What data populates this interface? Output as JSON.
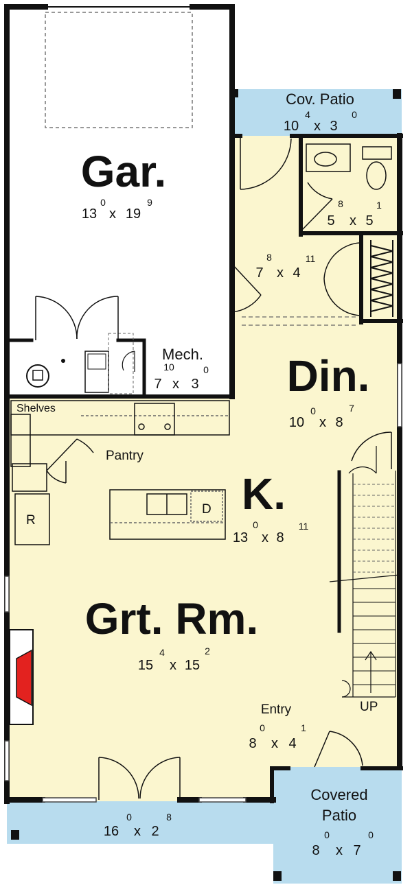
{
  "colors": {
    "floor": "#fbf6cf",
    "patio": "#b8dcee",
    "garage": "#ffffff",
    "wall": "#111111",
    "fireplace": "#e3221f"
  },
  "rooms": {
    "garage": {
      "name": "Gar.",
      "w_ft": "13",
      "w_in": "0",
      "h_ft": "19",
      "h_in": "9"
    },
    "cov_patio": {
      "name": "Cov. Patio",
      "w_ft": "10",
      "w_in": "4",
      "h_ft": "3",
      "h_in": "0"
    },
    "bath": {
      "w_ft": "5",
      "w_in": "8",
      "h_ft": "5",
      "h_in": "1"
    },
    "hall": {
      "w_ft": "7",
      "w_in": "8",
      "h_ft": "4",
      "h_in": "11"
    },
    "mech": {
      "name": "Mech.",
      "w_ft": "7",
      "w_in": "10",
      "h_ft": "3",
      "h_in": "0"
    },
    "dining": {
      "name": "Din.",
      "w_ft": "10",
      "w_in": "0",
      "h_ft": "8",
      "h_in": "7"
    },
    "kitchen": {
      "name": "K.",
      "w_ft": "13",
      "w_in": "0",
      "h_ft": "8",
      "h_in": "11"
    },
    "great_room": {
      "name": "Grt. Rm.",
      "w_ft": "15",
      "w_in": "4",
      "h_ft": "15",
      "h_in": "2"
    },
    "entry": {
      "name": "Entry",
      "w_ft": "8",
      "w_in": "0",
      "h_ft": "4",
      "h_in": "1"
    },
    "front_porch": {
      "w_ft": "16",
      "w_in": "0",
      "h_ft": "2",
      "h_in": "8"
    },
    "covered_patio": {
      "name_line1": "Covered",
      "name_line2": "Patio",
      "w_ft": "8",
      "w_in": "0",
      "h_ft": "7",
      "h_in": "0"
    }
  },
  "labels": {
    "shelves": "Shelves",
    "pantry": "Pantry",
    "fridge": "R",
    "dishwasher": "D",
    "stairs_up": "UP",
    "dim_sep": "x"
  }
}
